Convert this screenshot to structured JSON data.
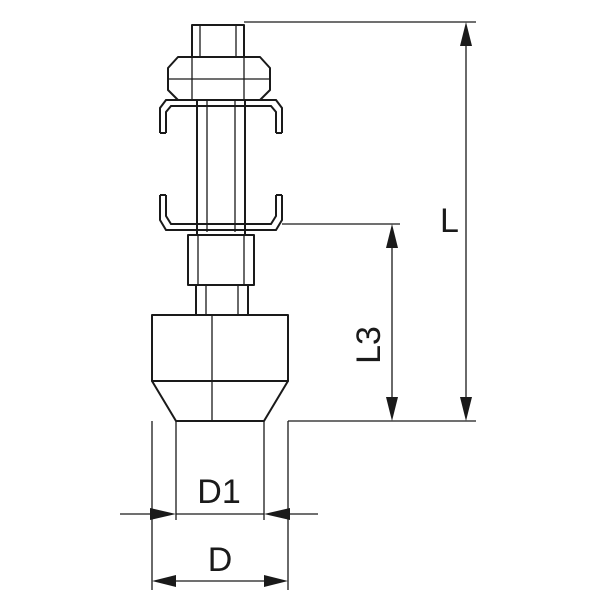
{
  "drawing": {
    "dimensions": {
      "length_total": "L",
      "length_lower": "L3",
      "diameter_inner": "D1",
      "diameter_outer": "D"
    }
  }
}
